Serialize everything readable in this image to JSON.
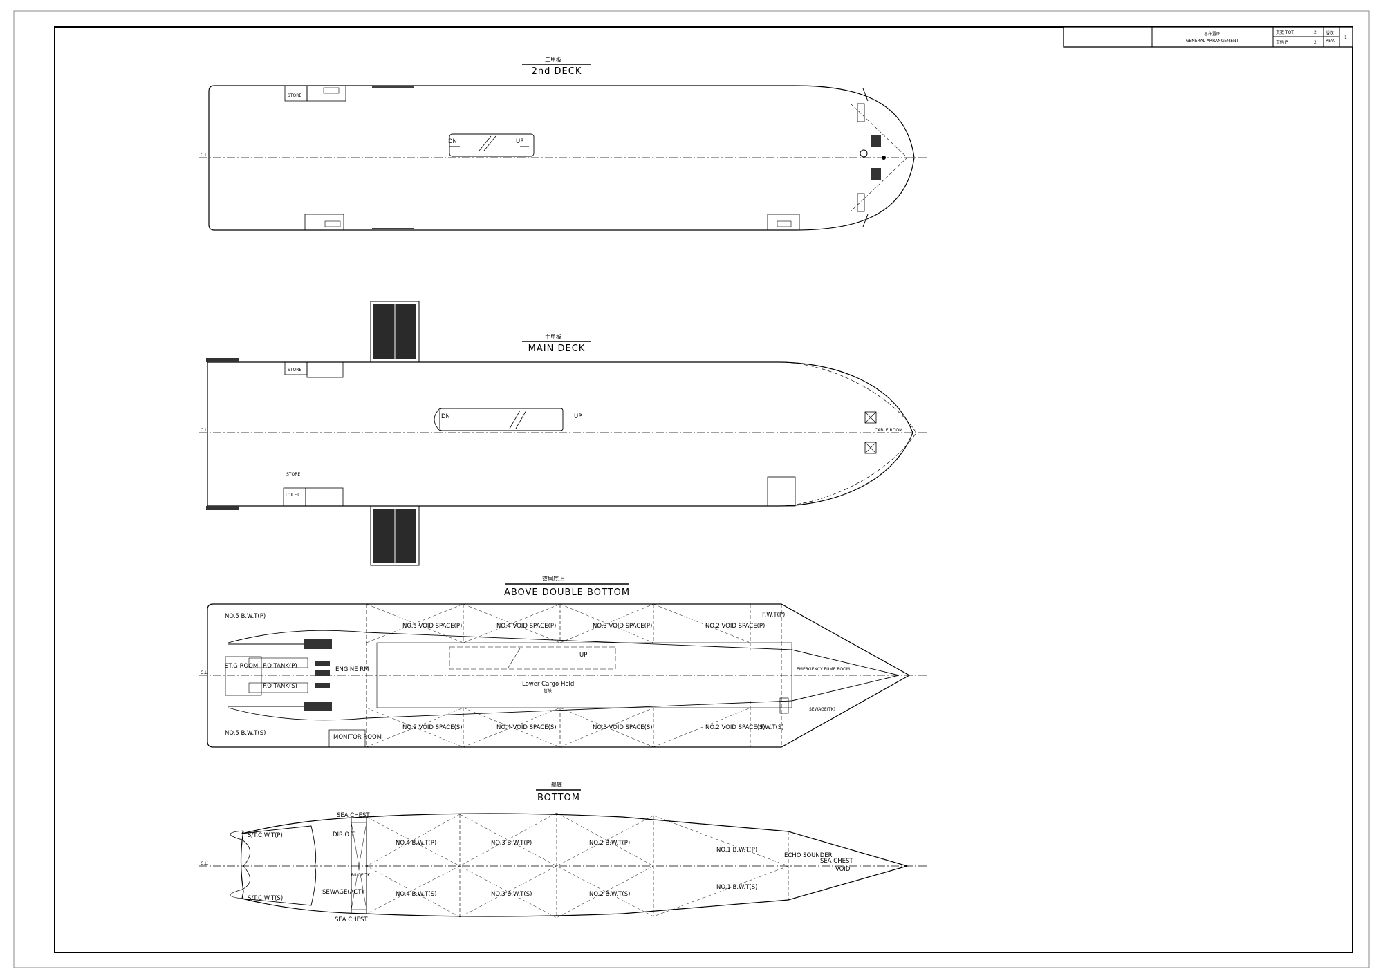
{
  "title_block": {
    "drawing_name_cn": "总布置图",
    "drawing_name_en": "GENERAL ARRANGEMENT",
    "total_label": "页数 TOT.",
    "total_value": "2",
    "page_label": "页码 P.",
    "page_value": "2",
    "rev_label_cn": "版次",
    "rev_label_en": "REV.",
    "rev_value": "1"
  },
  "views": {
    "second_deck": {
      "title_cn": "二甲板",
      "title_en": "2nd  DECK",
      "store": "STORE",
      "dn": "DN",
      "up": "UP",
      "cl": "C.L."
    },
    "main_deck": {
      "title_cn": "主甲板",
      "title_en": "MAIN  DECK",
      "store_top": "STORE",
      "store_bottom": "STORE",
      "toilet": "TOILET",
      "dn": "DN",
      "up": "UP",
      "cable_room": "CABLE ROOM",
      "cl": "C.L."
    },
    "above_double_bottom": {
      "title_cn": "双层底上",
      "title_en": "ABOVE DOUBLE BOTTOM",
      "no5_bwt_p": "NO.5  B.W.T(P)",
      "no5_bwt_s": "NO.5  B.W.T(S)",
      "no5_void_p": "NO.5  VOID  SPACE(P)",
      "no4_void_p": "NO.4  VOID  SPACE(P)",
      "no3_void_p": "NO.3  VOID  SPACE(P)",
      "no2_void_p": "NO.2  VOID  SPACE(P)",
      "fwt_p": "F.W.T(P)",
      "no5_void_s": "NO.5  VOID  SPACE(S)",
      "no4_void_s": "NO.4  VOID  SPACE(S)",
      "no3_void_s": "NO.3  VOID  SPACE(S)",
      "no2_void_s": "NO.2  VOID  SPACE(S)",
      "fwt_s": "F.W.T(S)",
      "stg_room": "ST.G ROOM",
      "fo_tank_p": "F.O TANK(P)",
      "fo_tank_s": "F.O TANK(S)",
      "engine_rm": "ENGINE RM",
      "monitor_room": "MONITOR ROOM",
      "lower_cargo_hold": "Lower  Cargo  Hold",
      "lower_cargo_hold_cn": "货舱",
      "emergency_pump_room": "EMERGENCY  PUMP  ROOM",
      "sewage_tk": "SEWAGE(TK)",
      "up": "UP",
      "cl": "C.L."
    },
    "bottom": {
      "title_cn": "船底",
      "title_en": "BOTTOM",
      "sea_chest_top": "SEA  CHEST",
      "sea_chest_bottom": "SEA  CHEST",
      "dir_o_t": "DIR.O.T",
      "bilge_tk": "BILGE TK",
      "sewage_act": "SEWAGE(ACT)",
      "st_cwt_p": "S/T.C.W.T(P)",
      "st_cwt_s": "S/T.C.W.T(S)",
      "no4_bwt_p": "NO.4  B.W.T(P)",
      "no3_bwt_p": "NO.3  B.W.T(P)",
      "no2_bwt_p": "NO.2  B.W.T(P)",
      "no1_bwt_p": "NO.1  B.W.T(P)",
      "no4_bwt_s": "NO.4  B.W.T(S)",
      "no3_bwt_s": "NO.3  B.W.T(S)",
      "no2_bwt_s": "NO.2  B.W.T(S)",
      "no1_bwt_s": "NO.1  B.W.T(S)",
      "echo_sounder": "ECHO  SOUNDER",
      "sea_chest_fwd": "SEA  CHEST",
      "void": "VOID",
      "cl": "C.L."
    }
  }
}
